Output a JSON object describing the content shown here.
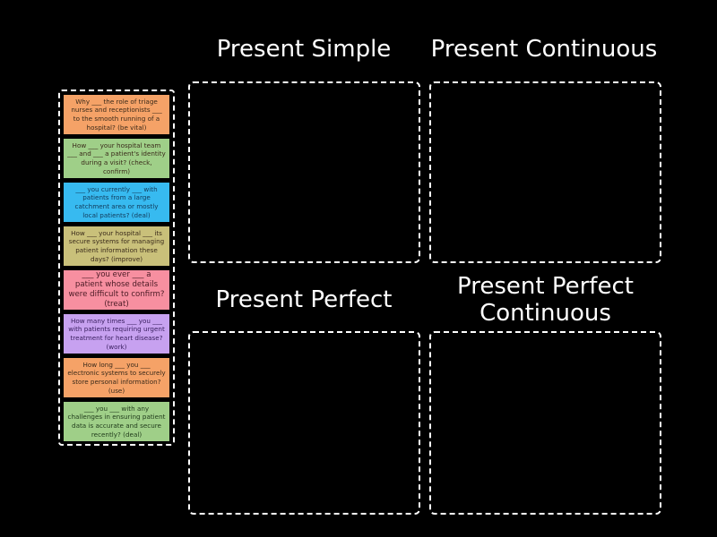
{
  "activity": {
    "type": "group-sort"
  },
  "categories": [
    {
      "label": "Present Simple"
    },
    {
      "label": "Present Continuous"
    },
    {
      "label": "Present Perfect"
    },
    {
      "label": "Present Perfect Continuous",
      "line1": "Present Perfect",
      "line2": "Continuous"
    }
  ],
  "cards": [
    {
      "text": "Why ___ the role of triage nurses and receptionists ___ to the smooth running of a hospital? (be vital)",
      "color": "#f5a267"
    },
    {
      "text": "How ___ your hospital team ___ and ___ a patient's identity during a visit? (check, confirm)",
      "color": "#9fcf88"
    },
    {
      "text": "___ you currently ___ with patients from a large catchment area or mostly local patients? (deal)",
      "color": "#37baf0"
    },
    {
      "text": "How ___ your hospital ___ its secure systems for managing patient information these days? (improve)",
      "color": "#c9c07a"
    },
    {
      "text": "___ you ever ___ a patient whose details were difficult to confirm? (treat)",
      "color": "#f78fa0"
    },
    {
      "text": "How many times ___ you ___ with patients requiring urgent treatment for heart disease? (work)",
      "color": "#c7a1f0"
    },
    {
      "text": "How long ___ you ___ electronic systems to securely store personal information? (use)",
      "color": "#f5a267"
    },
    {
      "text": "___ you ___ with any challenges in ensuring patient data is accurate and secure recently? (deal)",
      "color": "#9fcf88"
    }
  ],
  "colors": {
    "background": "#000000",
    "border": "#ffffff",
    "heading": "#ffffff"
  }
}
